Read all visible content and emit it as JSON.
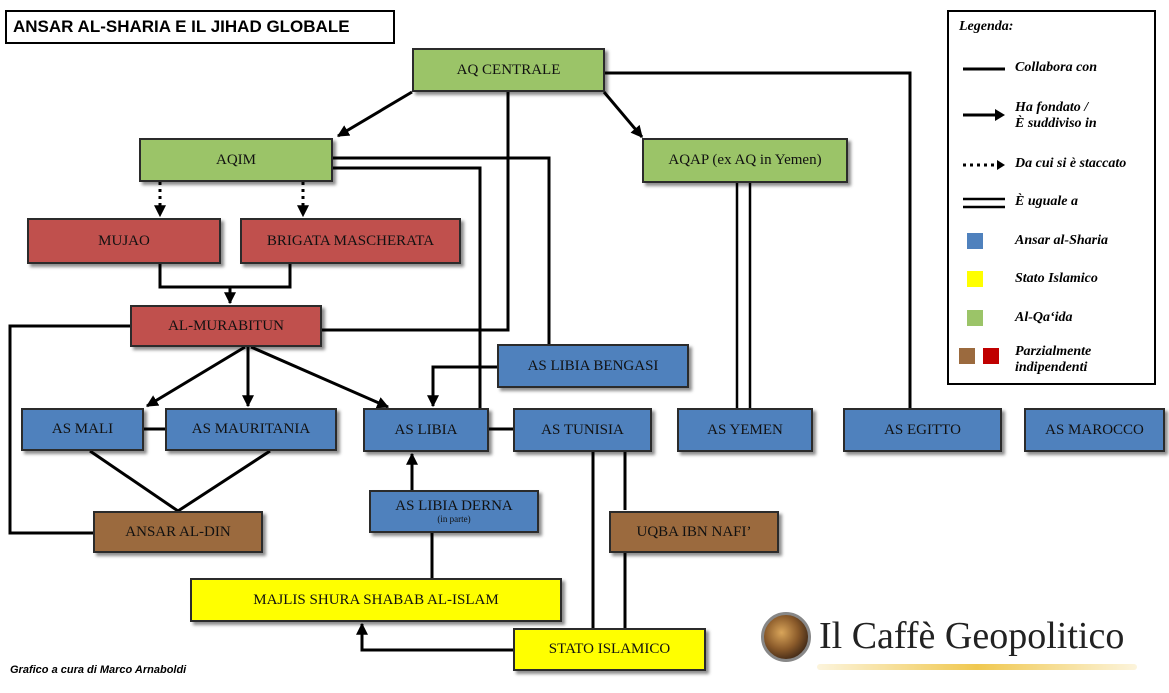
{
  "title": "ANSAR AL-SHARIA E IL JIHAD GLOBALE",
  "nodes": {
    "aq_centrale": "AQ CENTRALE",
    "aqim": "AQIM",
    "aqap": "AQAP (ex AQ in Yemen)",
    "mujao": "MUJAO",
    "brigata": "BRIGATA MASCHERATA",
    "murabitun": "AL-MURABITUN",
    "libia_bengasi": "AS LIBIA BENGASI",
    "mali": "AS MALI",
    "mauritania": "AS MAURITANIA",
    "libia": "AS LIBIA",
    "tunisia": "AS TUNISIA",
    "yemen": "AS YEMEN",
    "egitto": "AS EGITTO",
    "marocco": "AS MAROCCO",
    "ansar_din": "ANSAR AL-DIN",
    "libia_derna": "AS LIBIA DERNA",
    "libia_derna_note": "(in parte)",
    "uqba": "UQBA IBN NAFI’",
    "majlis": "MAJLIS SHURA SHABAB AL-ISLAM",
    "stato_islamico": "STATO ISLAMICO"
  },
  "legend": {
    "title": "Legenda:",
    "collabora": "Collabora con",
    "fondato_1": "Ha fondato /",
    "fondato_2": "È suddiviso in",
    "staccato": "Da cui si è staccato",
    "uguale": "È uguale a",
    "ansar": "Ansar al-Sharia",
    "stato": "Stato Islamico",
    "qaida": "Al-Qa‘ida",
    "parziale_1": "Parzialmente",
    "parziale_2": "indipendenti"
  },
  "colors": {
    "al_qaida": "#9bc468",
    "ansar_al_sharia": "#4f81bd",
    "stato_islamico": "#ffff00",
    "partial_brown": "#9b6a3e",
    "partial_red": "#c0504d"
  },
  "icons": {
    "logo": "coffee-cup-globe-icon"
  },
  "credit": "Grafico a cura di Marco Arnaboldi",
  "logo_text": "Il Caffè Geopolitico"
}
